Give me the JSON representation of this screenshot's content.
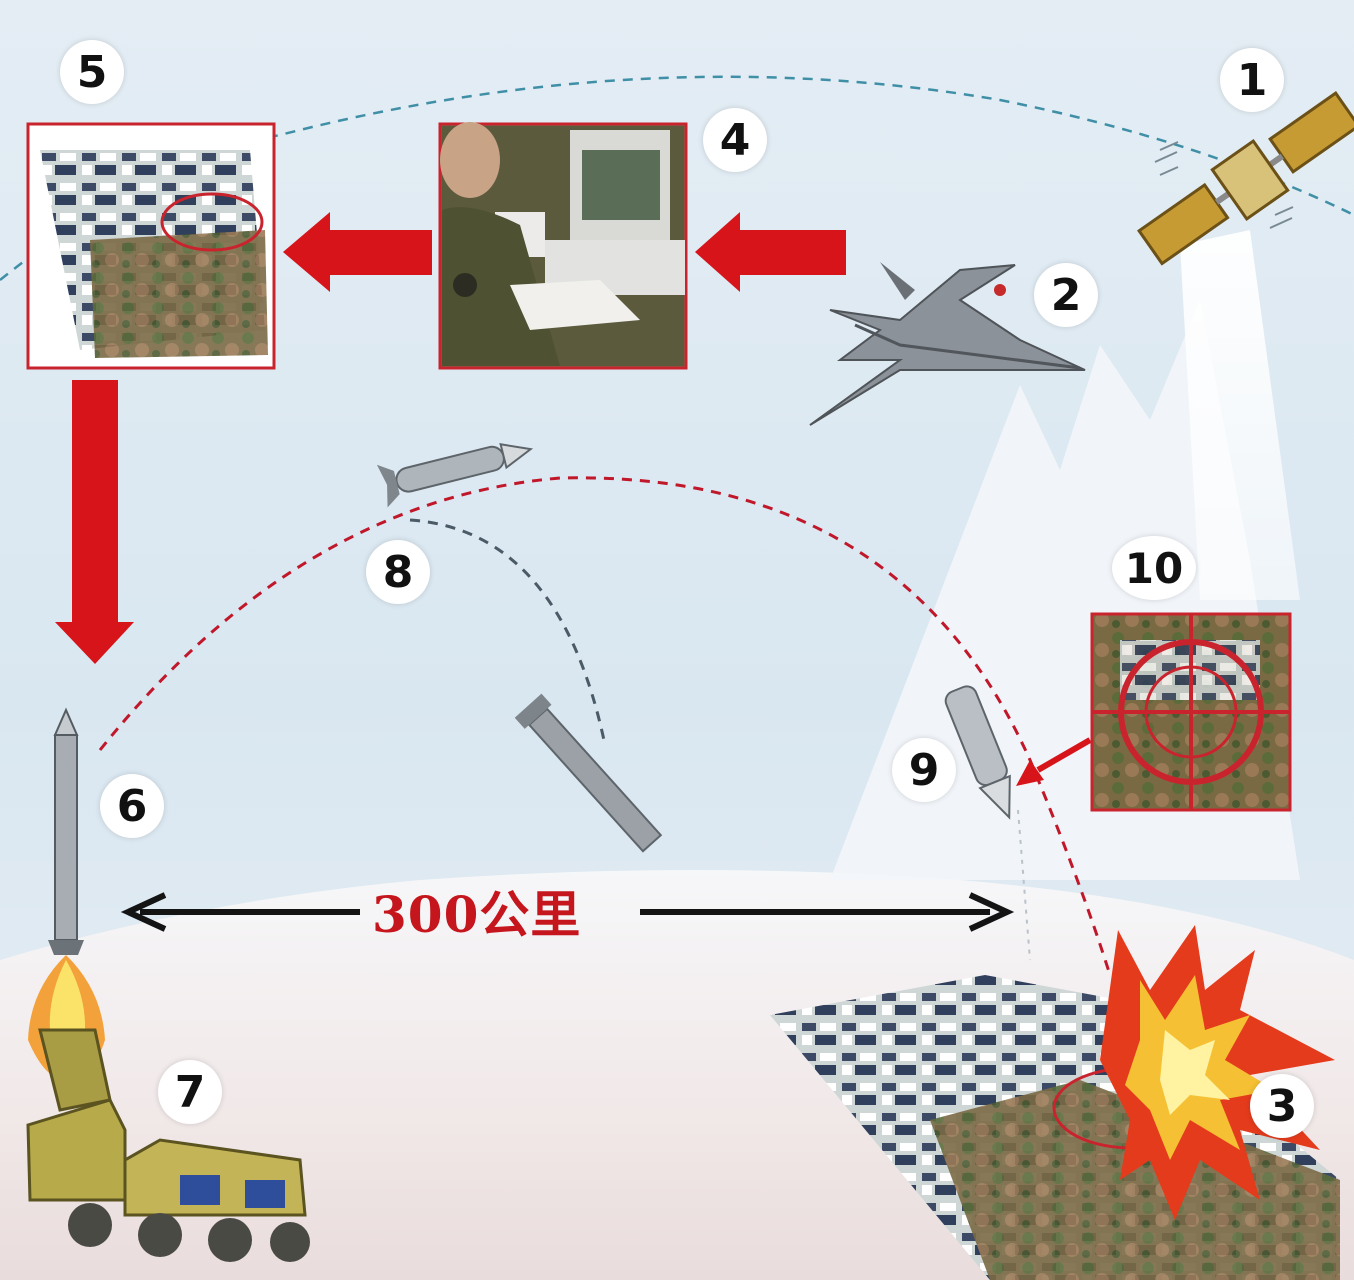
{
  "labels": {
    "n1": "1",
    "n2": "2",
    "n3": "3",
    "n4": "4",
    "n5": "5",
    "n6": "6",
    "n7": "7",
    "n8": "8",
    "n9": "9",
    "n10": "10"
  },
  "distance": "300公里",
  "colors": {
    "arrow_red": "#d7141a",
    "trajectory_red": "#c0182a",
    "sky": "#dde9f2",
    "ground": "#efe6e6",
    "satellite_orbit": "#3f8fa6"
  },
  "icons": {
    "satellite": "satellite-icon",
    "fighter": "fighter-jet-icon",
    "operator": "operator-photo",
    "map": "satellite-map-icon",
    "missile": "missile-icon",
    "launcher": "missile-launcher-truck-icon",
    "explosion": "explosion-icon",
    "crosshair": "target-crosshair-icon"
  }
}
